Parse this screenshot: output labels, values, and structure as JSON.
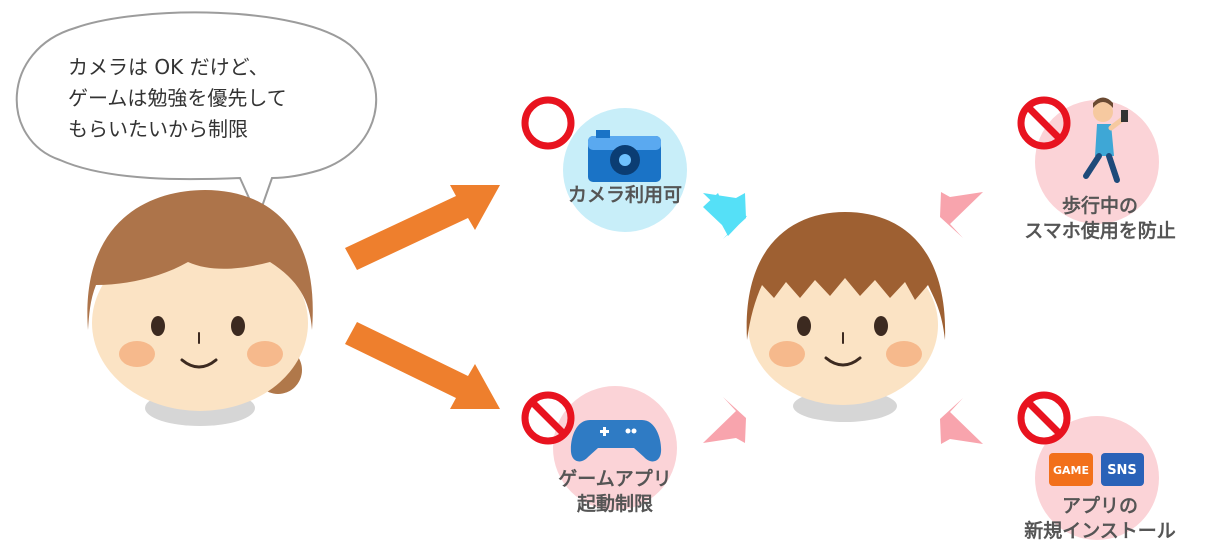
{
  "speech_bubble": {
    "lines": [
      "カメラは OK だけど、",
      "ゲームは勉強を優先して",
      "もらいたいから制限"
    ]
  },
  "items": {
    "camera": {
      "label": "カメラ利用可",
      "status": "allowed",
      "icon": "camera-icon"
    },
    "game": {
      "lines": [
        "ゲームアプリ",
        "起動制限"
      ],
      "status": "prohibited",
      "icon": "gamepad-icon"
    },
    "walking": {
      "lines": [
        "歩行中の",
        "スマホ使用を防止"
      ],
      "status": "prohibited",
      "icon": "walking-with-phone-icon"
    },
    "install": {
      "lines": [
        "アプリの",
        "新規インストール"
      ],
      "status": "prohibited",
      "icon": "app-store-icon",
      "badges": {
        "game": "GAME",
        "sns": "SNS"
      }
    }
  },
  "colors": {
    "parent_arrow": "#ee7f2d",
    "allowed_arrow": "#55e0f7",
    "prohibited_arrow": "#f8a4ad",
    "prohibited_mark": "#e8131f",
    "allowed_circle_bg": "#c8eef9",
    "prohibited_circle_bg": "#fbd3d7"
  }
}
